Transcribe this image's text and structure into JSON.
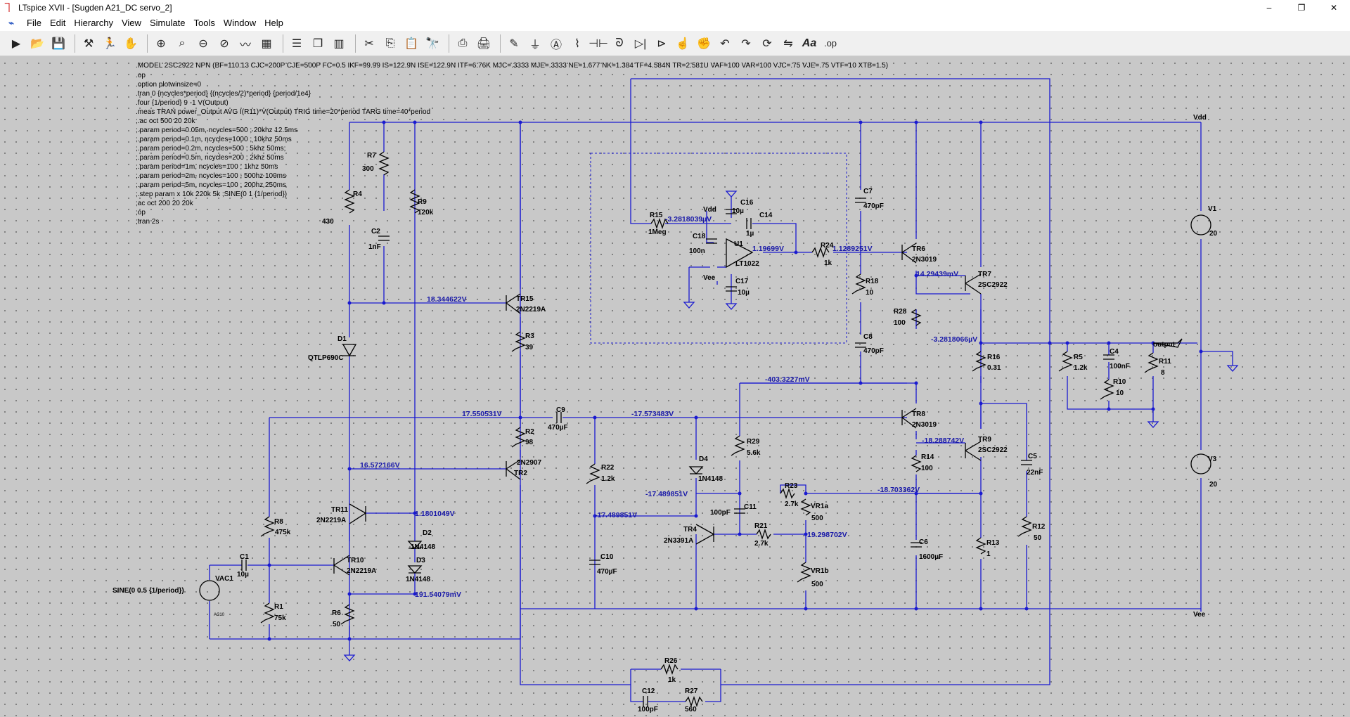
{
  "window": {
    "title": "LTspice XVII - [Sugden A21_DC servo_2]",
    "controls": [
      "–",
      "❐",
      "✕"
    ],
    "mdi_controls": [
      "–",
      "❐",
      "✕"
    ]
  },
  "menu": [
    "File",
    "Edit",
    "Hierarchy",
    "View",
    "Simulate",
    "Tools",
    "Window",
    "Help"
  ],
  "toolbar_icons": [
    "run-icon",
    "open-icon",
    "save-icon",
    "control-panel-icon",
    "halt-icon",
    "pan-icon",
    "zoom-in-icon",
    "zoom-full-icon",
    "zoom-out-icon",
    "cancel-zoom-icon",
    "waveform-icon",
    "autorange-icon",
    "tile-horizontal-icon",
    "cascade-icon",
    "tile-vertical-icon",
    "cut-icon",
    "copy-icon",
    "paste-icon",
    "find-icon",
    "print-icon",
    "print-preview-icon",
    "draw-wire-icon",
    "ground-icon",
    "label-net-icon",
    "resistor-icon",
    "capacitor-icon",
    "inductor-icon",
    "diode-icon",
    "component-icon",
    "move-icon",
    "drag-icon",
    "undo-icon",
    "redo-icon",
    "rotate-icon",
    "mirror-icon",
    "text-icon",
    "spice-directive-icon"
  ],
  "toolbar_text": {
    "text_btn": "Aa",
    "op_btn": ".op"
  },
  "directives": [
    ".MODEL 2SC2922 NPN (BF=110.13 CJC=200P CJE=500P FC=0.5 IKF=99.99 IS=122.9N ISE=122.9N ITF=6.76K MJC=.3333 MJE=.3333 NE=1.677 NK=1.384 TF=4.584N TR=2.581U VAF=100 VAR=100 VJC=.75 VJE=.75 VTF=10 XTB=1.5)",
    ".op",
    ".option plotwinsize=0",
    ".tran 0 {ncycles*period} {(ncycles/2)*period} {period/1e4}",
    ".four {1/period} 9 -1 V(Output)",
    ".meas TRAN power_Output AVG I(R11)*V(Output) TRIG time=20*period TARG time=40*period",
    ";.ac oct 500 20 20k",
    ";.param period=0.05m, ncycles=500 ; 20khz 12.5ms",
    ";.param period=0.1m, ncycles=1000 ; 10khz 50ms",
    ";.param period=0.2m, ncycles=500 ; 5khz 50ms;",
    ";.param period=0.5m, ncycles=200 ; 2khz 50ms",
    ";.param period=1m, ncycles=100 ; 1khz 50ms",
    ";.param period=2m, ncycles=100 ; 500hz 100ms",
    ";.param period=5m, ncycles=100 ; 200hz 250ms",
    ";.step param x 10k 220k 5k ;SINE(0 1 {1/period})",
    ";ac oct 200 20 20k",
    ";op",
    ";tran 2s"
  ],
  "components": {
    "R7": {
      "name": "R7",
      "value": "300"
    },
    "R4": {
      "name": "R4",
      "value": "430"
    },
    "R9": {
      "name": "R9",
      "value": "120k"
    },
    "C2": {
      "name": "C2",
      "value": "1nF"
    },
    "D1": {
      "name": "D1",
      "value": "QTLP690C"
    },
    "TR15": {
      "name": "TR15",
      "value": "2N2219A"
    },
    "R3": {
      "name": "R3",
      "value": "39"
    },
    "R2": {
      "name": "R2",
      "value": "98"
    },
    "TR2": {
      "name": "TR2",
      "value": "2N2907"
    },
    "C9": {
      "name": "C9",
      "value": "470µF"
    },
    "TR11": {
      "name": "TR11",
      "value": "2N2219A"
    },
    "TR10": {
      "name": "TR10",
      "value": "2N2219A"
    },
    "D2": {
      "name": "D2",
      "value": "1N4148"
    },
    "D3": {
      "name": "D3",
      "value": "1N4148"
    },
    "R8": {
      "name": "R8",
      "value": "475k"
    },
    "C1": {
      "name": "C1",
      "value": "10µ"
    },
    "VAC1": {
      "name": "VAC1",
      "value": "SINE(0 0.5 {1/period})",
      "sub": "AC10"
    },
    "R1": {
      "name": "R1",
      "value": "75k"
    },
    "R6": {
      "name": "R6",
      "value": "50"
    },
    "R15": {
      "name": "R15",
      "value": "1Meg"
    },
    "C18": {
      "name": "C18",
      "value": "100n"
    },
    "C16": {
      "name": "C16",
      "value": "10µ"
    },
    "C14": {
      "name": "C14",
      "value": "1µ"
    },
    "U1": {
      "name": "U1",
      "value": "LT1022"
    },
    "C17": {
      "name": "C17",
      "value": "10µ"
    },
    "R24": {
      "name": "R24",
      "value": "1k"
    },
    "C7": {
      "name": "C7",
      "value": "470pF"
    },
    "R18": {
      "name": "R18",
      "value": "10"
    },
    "C8": {
      "name": "C8",
      "value": "470pF"
    },
    "TR6": {
      "name": "TR6",
      "value": "2N3019"
    },
    "TR7": {
      "name": "TR7",
      "value": "2SC2922"
    },
    "R28": {
      "name": "R28",
      "value": "100"
    },
    "R16": {
      "name": "R16",
      "value": "0.31"
    },
    "R5": {
      "name": "R5",
      "value": "1.2k"
    },
    "C4": {
      "name": "C4",
      "value": "100nF"
    },
    "R10": {
      "name": "R10",
      "value": "10"
    },
    "R11": {
      "name": "R11",
      "value": "8"
    },
    "V1": {
      "name": "V1",
      "value": "20"
    },
    "V3": {
      "name": "V3",
      "value": "20"
    },
    "TR8": {
      "name": "TR8",
      "value": "2N3019"
    },
    "TR9": {
      "name": "TR9",
      "value": "2SC2922"
    },
    "C5": {
      "name": "C5",
      "value": "22nF"
    },
    "R14": {
      "name": "R14",
      "value": "100"
    },
    "R29": {
      "name": "R29",
      "value": "5.6k"
    },
    "R22": {
      "name": "R22",
      "value": "1.2k"
    },
    "D4": {
      "name": "D4",
      "value": "1N4148"
    },
    "C11": {
      "name": "C11",
      "value": "100pF"
    },
    "R23": {
      "name": "R23",
      "value": "2.7k"
    },
    "VR1a": {
      "name": "VR1a",
      "value": "500"
    },
    "R21": {
      "name": "R21",
      "value": "2.7k"
    },
    "TR4": {
      "name": "TR4",
      "value": "2N3391A"
    },
    "C10": {
      "name": "C10",
      "value": "470µF"
    },
    "C6": {
      "name": "C6",
      "value": "1600µF"
    },
    "R13": {
      "name": "R13",
      "value": "1"
    },
    "R12": {
      "name": "R12",
      "value": "50"
    },
    "VR1b": {
      "name": "VR1b",
      "value": "500"
    },
    "R26": {
      "name": "R26",
      "value": "1k"
    },
    "C12": {
      "name": "C12",
      "value": "100pF"
    },
    "R27": {
      "name": "R27",
      "value": "560"
    }
  },
  "nets": {
    "vdd": "Vdd",
    "vee": "Vee",
    "vdd_u1": "Vdd",
    "vee_u1": "Vee",
    "output": "output"
  },
  "voltages": {
    "n1": "18.344622V",
    "n2": "17.550531V",
    "n3": "-17.573483V",
    "n4": "16.572166V",
    "n5": "1.1801049V",
    "n6": "191.54079mV",
    "n7": "-3.2818039µV",
    "n8": "1.19699V",
    "n9": "1.1289251V",
    "n10": "14.29439mV",
    "n11": "-3.2818066µV",
    "n12": "-403.3227mV",
    "n13": "-18.288742V",
    "n14": "-17.489851V",
    "n15": "-17.489851V",
    "n16": "-18.703362V",
    "n17": "19.298702V"
  },
  "colors": {
    "wire": "#1a1ad0",
    "background": "#c8c8c8",
    "voltage_text": "#1a1aa8"
  }
}
